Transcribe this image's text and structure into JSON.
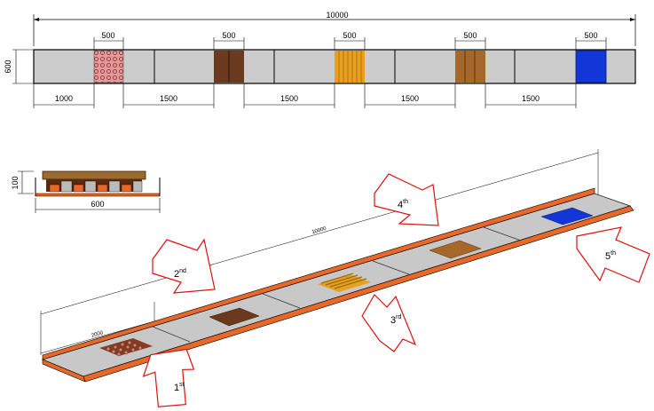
{
  "plan_view": {
    "overall_length": "10000",
    "width": "600",
    "sample_width_labels": [
      "500",
      "500",
      "500",
      "500",
      "500"
    ],
    "spacing_labels": [
      "1000",
      "1500",
      "1500",
      "1500",
      "1500"
    ]
  },
  "section_view": {
    "height": "100",
    "width": "600"
  },
  "iso_view": {
    "overall_length": "10000",
    "segment_length": "2000",
    "arrows": [
      {
        "num": "1",
        "suffix": "st"
      },
      {
        "num": "2",
        "suffix": "nd"
      },
      {
        "num": "3",
        "suffix": "rd"
      },
      {
        "num": "4",
        "suffix": "th"
      },
      {
        "num": "5",
        "suffix": "th"
      }
    ]
  },
  "colors": {
    "channel_fill": "#cccccc",
    "rim_orange": "#e8682a",
    "sample_pink": "#e39a9a",
    "sample_dark_brown": "#6b3a1e",
    "sample_gold": "#e8a020",
    "sample_medium_brown": "#a8672a",
    "sample_blue": "#1236d8",
    "arrow_outline": "#e01010"
  }
}
